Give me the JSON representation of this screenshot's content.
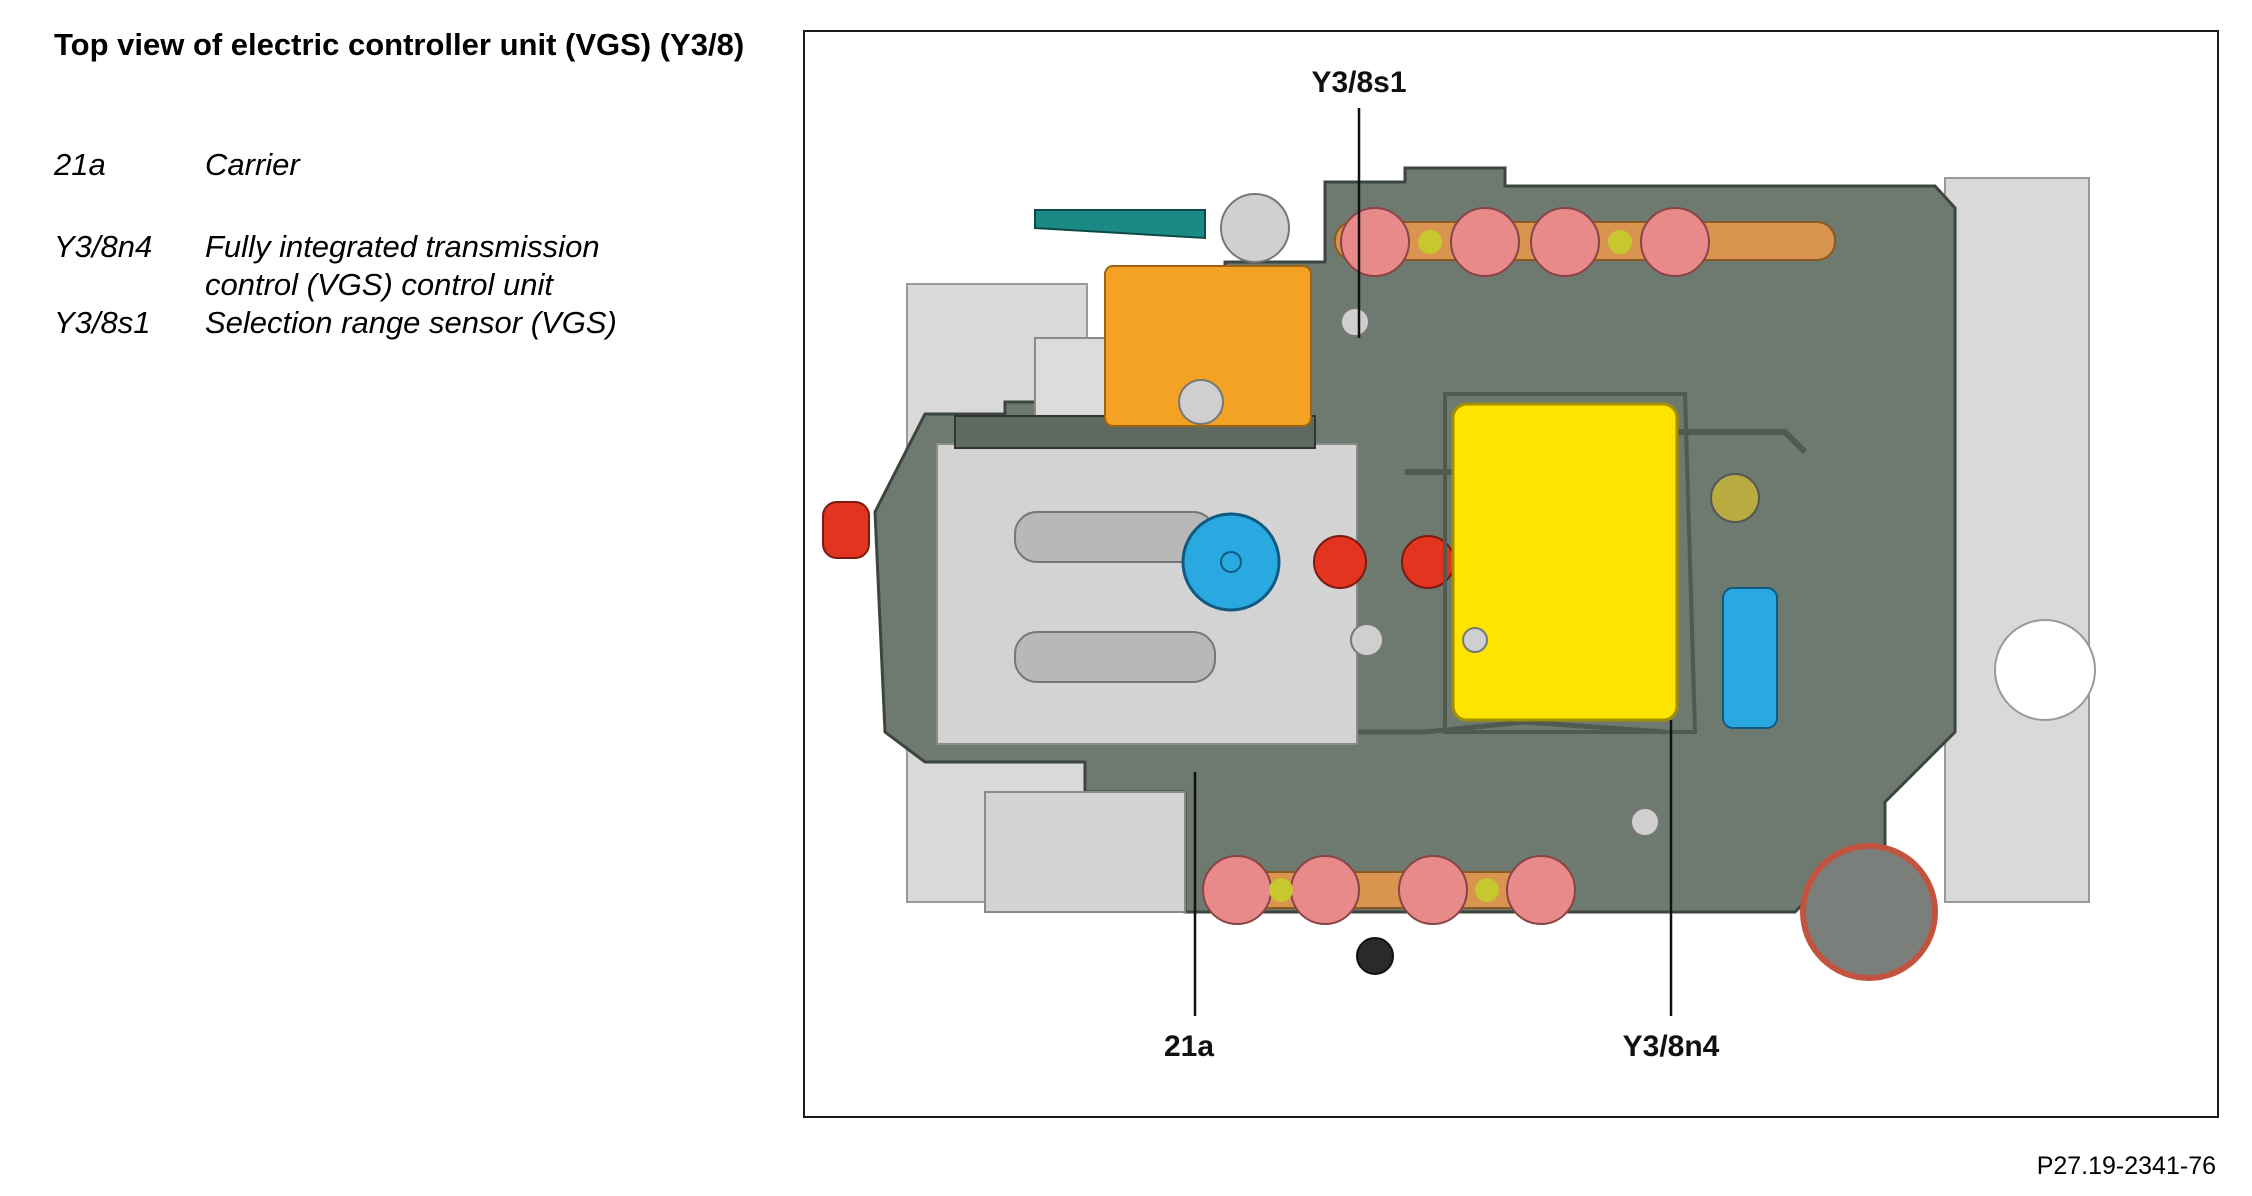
{
  "title": "Top view of electric controller unit (VGS) (Y3/8)",
  "legend": [
    {
      "key": "21a",
      "desc": "Carrier"
    },
    {
      "key": "Y3/8n4",
      "desc": "Fully integrated transmission control (VGS) control unit"
    },
    {
      "key": "Y3/8s1",
      "desc": "Selection range sensor (VGS)"
    }
  ],
  "callouts": {
    "sensor": "Y3/8s1",
    "carrier": "21a",
    "control_unit": "Y3/8n4"
  },
  "figure_id": "P27.19-2341-76",
  "colors": {
    "housing": "#6e7a70",
    "housing_dark": "#4f5a51",
    "plate": "#d9d9d9",
    "solenoid": "#e8898a",
    "solenoid_strip": "#d9954f",
    "sensor": "#f4a223",
    "control_unit": "#ffe400",
    "connector_blue": "#2aa8e0",
    "plug_red": "#e2341f",
    "clip_teal": "#1b8a85"
  }
}
